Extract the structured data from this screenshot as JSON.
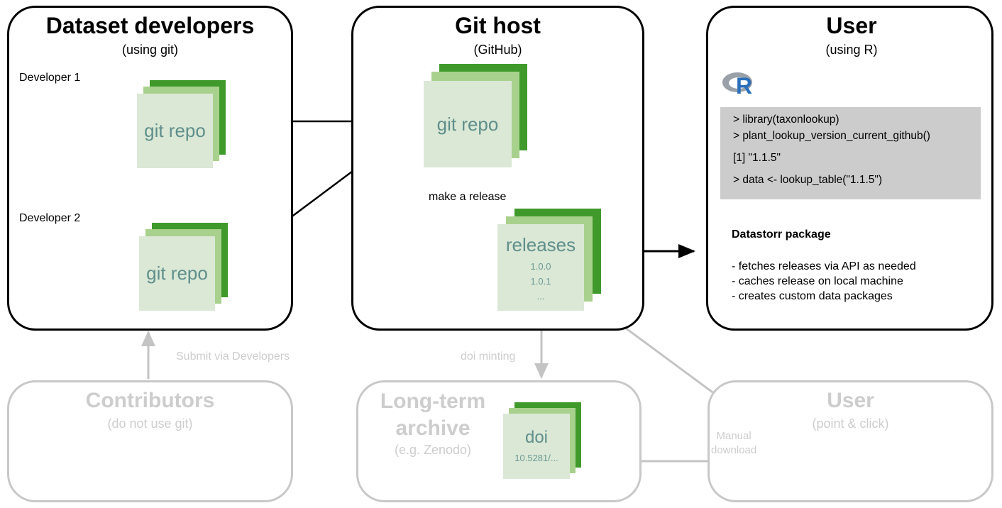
{
  "dev_box": {
    "title": "Dataset developers",
    "subtitle": "(using git)",
    "developer1_label": "Developer 1",
    "developer2_label": "Developer 2",
    "repo1_label": "git repo",
    "repo2_label": "git repo"
  },
  "host_box": {
    "title": "Git host",
    "subtitle": "(GitHub)",
    "repo_label": "git repo",
    "release_action": "make a release",
    "releases_label": "releases",
    "versions": [
      "1.0.0",
      "1.0.1",
      "..."
    ]
  },
  "user_box": {
    "title": "User",
    "subtitle": "(using R)",
    "r_logo_letter": "R",
    "code_lines": [
      "> library(taxonlookup)",
      "> plant_lookup_version_current_github()",
      "[1] \"1.1.5\"",
      "> data <- lookup_table(\"1.1.5\")"
    ],
    "package_title": "Datastorr package",
    "features": [
      "- fetches releases via API as needed",
      "- caches release on local machine",
      "- creates custom data packages"
    ]
  },
  "contributors_box": {
    "title": "Contributors",
    "subtitle": "(do not use git)",
    "submit_label": "Submit via Developers"
  },
  "archive_box": {
    "title_line1": "Long-term",
    "title_line2": "archive",
    "subtitle": "(e.g. Zenodo)",
    "doi_minting_label": "doi minting",
    "doi_label": "doi",
    "doi_value": "10.5281/..."
  },
  "user_click_box": {
    "title": "User",
    "subtitle": "(point & click)",
    "manual_line1": "Manual",
    "manual_line2": "download"
  },
  "colors": {
    "repo_dark": "#3f9a2b",
    "repo_mid": "#a9d18e",
    "repo_light": "#dbe8d6",
    "repo_text": "#5f8f8c",
    "cloud": "#4a90d9",
    "faded": "#c8c8c8"
  },
  "icons": [
    "laptop-icon",
    "cloud-icon",
    "r-logo-icon"
  ]
}
